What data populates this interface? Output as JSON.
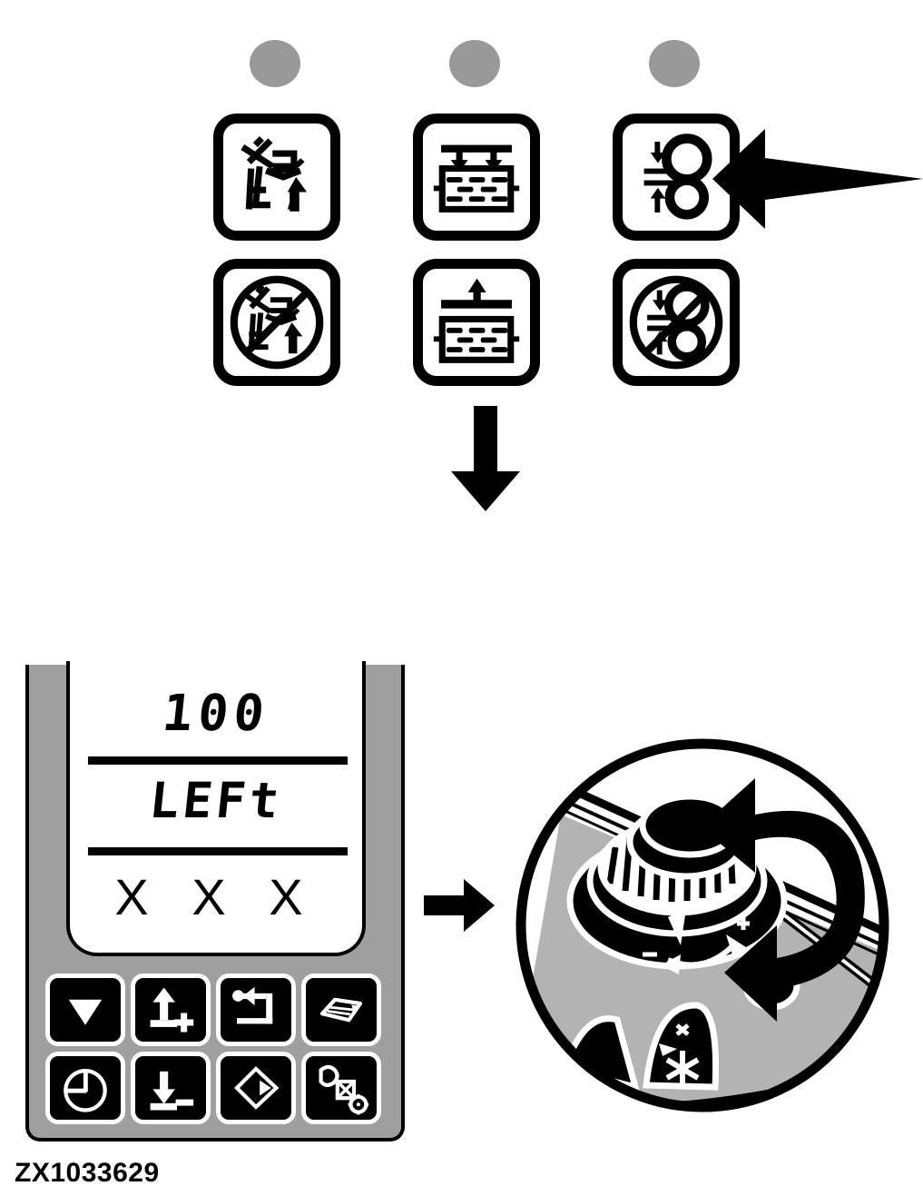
{
  "figure": {
    "caption": "ZX1033629",
    "description": "Sprayer monitor icon keys, display readout and rotary knob detail"
  },
  "lamps": [
    {
      "name": "lamp-left",
      "color": "#999999"
    },
    {
      "name": "lamp-center",
      "color": "#999999"
    },
    {
      "name": "lamp-right",
      "color": "#999999"
    }
  ],
  "icon_tiles": {
    "row1": [
      {
        "id": "boom-fold-active",
        "label": "boom-fold-icon"
      },
      {
        "id": "tank-fill-active",
        "label": "tank-fill-icon"
      },
      {
        "id": "roller-compress-active",
        "label": "roller-compress-icon"
      }
    ],
    "row2": [
      {
        "id": "boom-fold-disabled",
        "label": "boom-fold-disabled-icon"
      },
      {
        "id": "tank-empty",
        "label": "tank-empty-icon"
      },
      {
        "id": "roller-compress-disabled",
        "label": "roller-compress-disabled-icon"
      }
    ]
  },
  "callout": {
    "name": "callout-arrow",
    "points_to": "roller-compress-active",
    "direction": "left"
  },
  "flow_arrow_down": {
    "name": "flow-arrow-down",
    "direction": "down"
  },
  "flow_arrow_right": {
    "name": "flow-arrow-right",
    "direction": "right"
  },
  "display": {
    "line1": "100",
    "line2": "LEFt",
    "line3": "X X X",
    "bezel_color": "#9f9f9f",
    "screen_color": "#ffffff"
  },
  "keypad": {
    "rows": [
      [
        {
          "id": "scroll-down",
          "label": "down-triangle-icon"
        },
        {
          "id": "raise-plus",
          "label": "up-arrow-plus-icon"
        },
        {
          "id": "enter-return",
          "label": "return-icon"
        },
        {
          "id": "field-map",
          "label": "field-icon"
        }
      ],
      [
        {
          "id": "timer",
          "label": "clock-icon"
        },
        {
          "id": "lower-minus",
          "label": "down-arrow-minus-icon"
        },
        {
          "id": "transfer",
          "label": "diamond-arrow-icon"
        },
        {
          "id": "settings",
          "label": "shapes-gear-icon"
        }
      ]
    ]
  },
  "detail_inset": {
    "name": "rotary-knob-detail",
    "knob": "rotary-knob",
    "rotation": "bidirectional",
    "marks": {
      "plus": "+",
      "minus": "-"
    },
    "ac_button": "snowflake-icon",
    "panel_color": "#b3b3b3"
  }
}
